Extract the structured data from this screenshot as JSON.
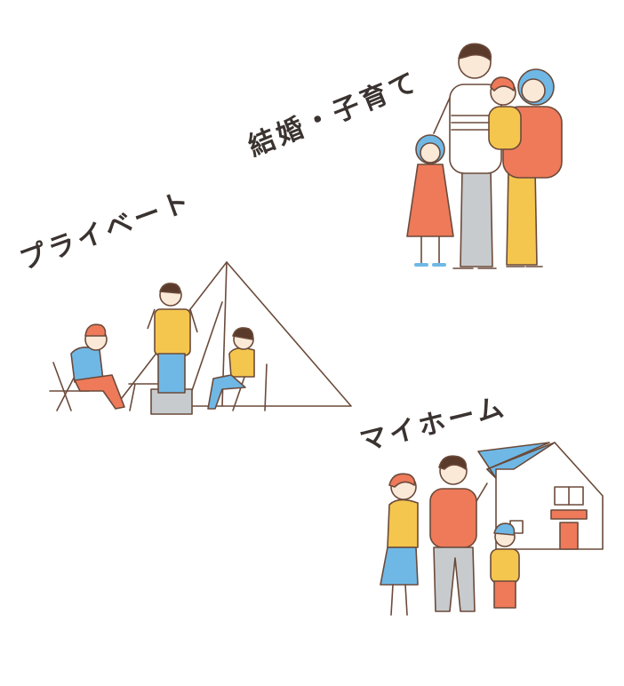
{
  "labels": {
    "marriage": "結婚・子育て",
    "private": "プライベート",
    "myhome": "マイホーム"
  },
  "colors": {
    "text": "#3a3330",
    "line": "#6b4a3a",
    "orange": "#ee7a5a",
    "yellow": "#f4c64e",
    "blue": "#6fb8e6",
    "gray": "#c8cbce",
    "hair": "#5a3a2a",
    "skin": "#fbe9d8"
  },
  "icons": [
    "family-illustration",
    "camping-illustration",
    "house-illustration"
  ]
}
